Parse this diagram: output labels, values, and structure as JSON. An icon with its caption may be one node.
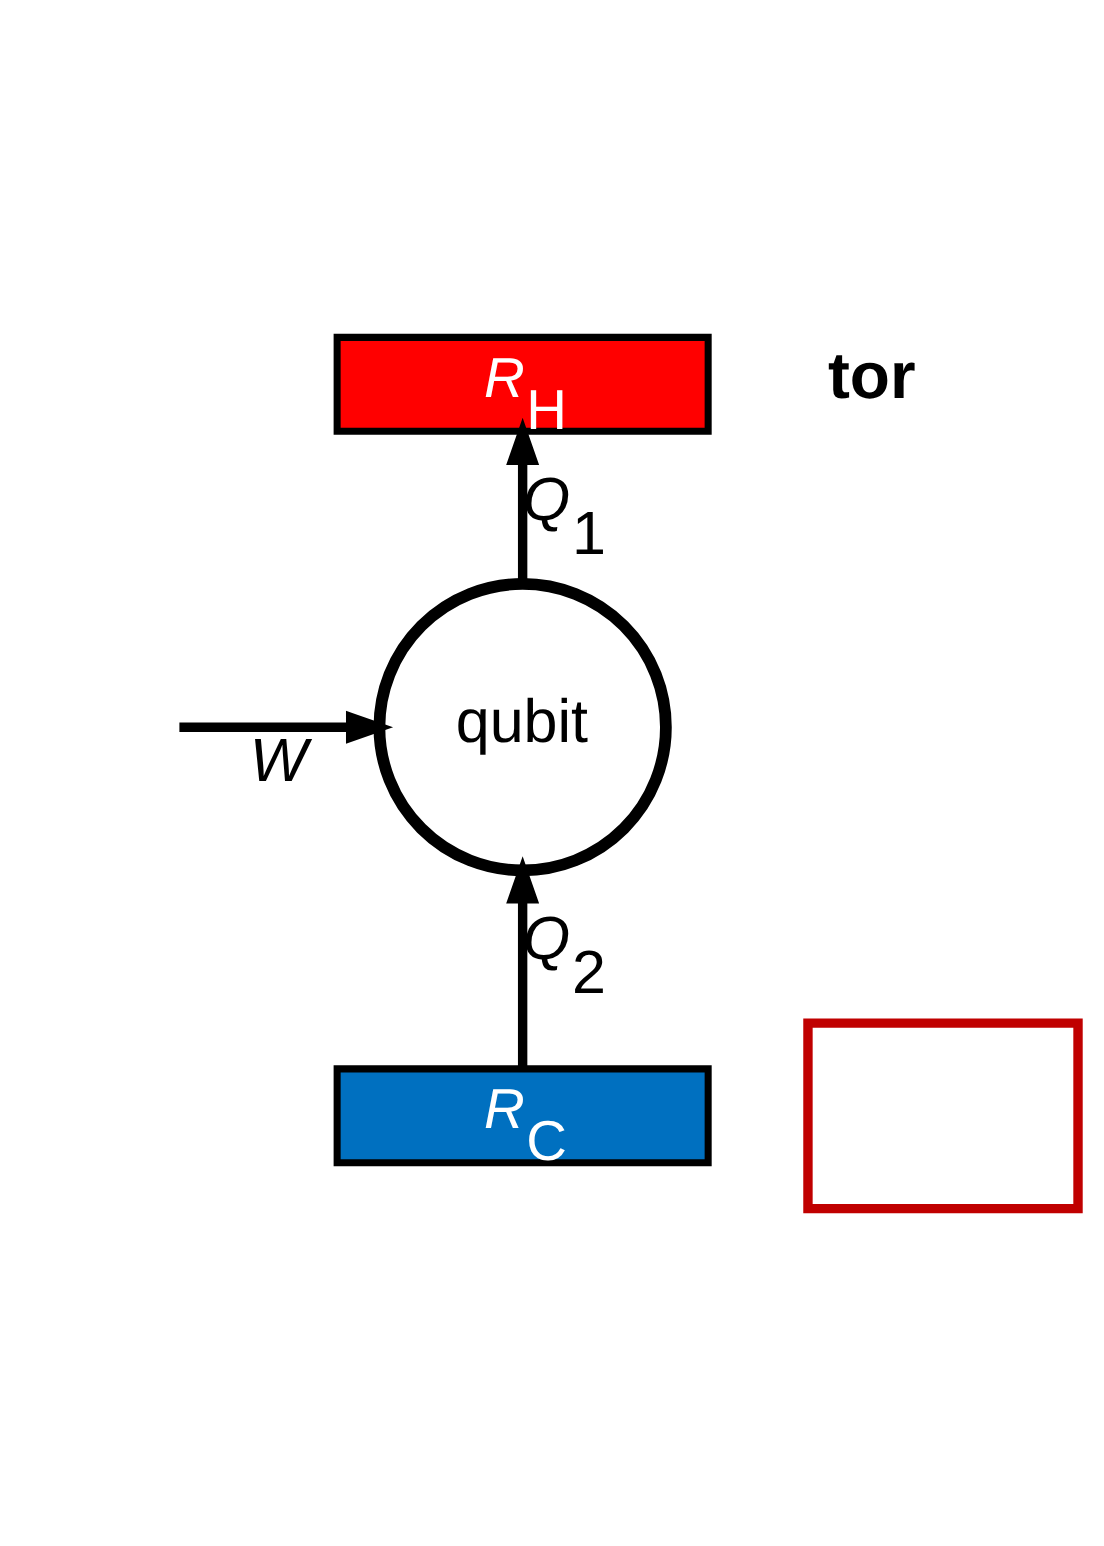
{
  "diagram": {
    "nodes": [
      {
        "text": [
          "*R*$_{H}$"
        ]
      },
      {
        "text": [
          "qubit"
        ]
      },
      {
        "text": [],
        "shape": "box"
      },
      {
        "text": [
          "*R*$_{C}$"
        ]
      }
    ],
    "edges": [
      {
        "from": null,
        "to": 1,
        "arrow": "to",
        "label": "W"
      },
      {
        "from": 1,
        "to": 0,
        "arrow": "to",
        "label": "*Q*$_{1}$"
      },
      {
        "from": 3,
        "to": 1,
        "arrow": "to",
        "label": "*Q*$_{2}$"
      }
    ],
    "labels": [
      "tor"
    ]
  }
}
